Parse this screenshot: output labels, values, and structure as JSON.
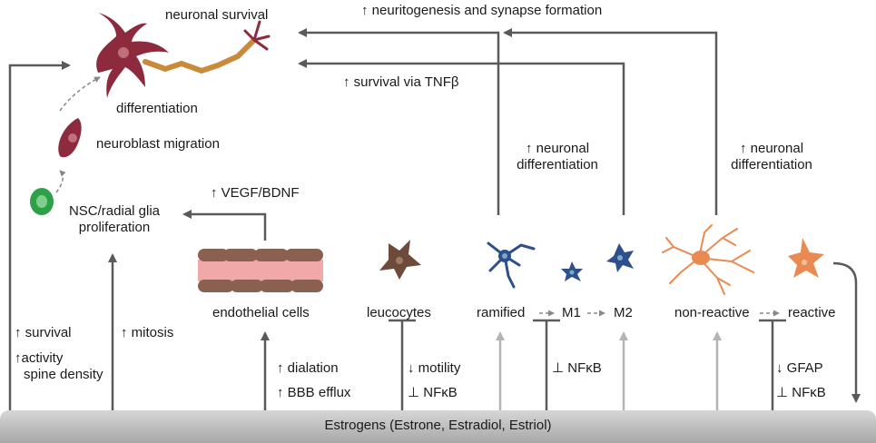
{
  "labels": {
    "neuronal_survival": "neuronal survival",
    "differentiation": "differentiation",
    "neuroblast_migration": "neuroblast migration",
    "nsc_line1": "NSC/radial glia",
    "nsc_line2": "proliferation",
    "neuritogenesis": "neuritogenesis and synapse formation",
    "survival_tnf": "survival via TNFβ",
    "vegf_bdnf": "VEGF/BDNF",
    "endothelial": "endothelial cells",
    "leucocytes": "leucocytes",
    "ramified": "ramified",
    "m1": "M1",
    "m2": "M2",
    "non_reactive": "non-reactive",
    "reactive": "reactive",
    "neuronal_diff_1_line1": "neuronal",
    "neuronal_diff_1_line2": "differentiation",
    "neuronal_diff_2_line1": "neuronal",
    "neuronal_diff_2_line2": "differentiation",
    "survival": "survival",
    "activity": "activity",
    "spine_density": "spine density",
    "mitosis": "mitosis",
    "dialation": "dialation",
    "bbb_efflux": "BBB efflux",
    "motility": "motility",
    "nfkb_leuco": "NFκB",
    "nfkb_micro": "NFκB",
    "gfap": "GFAP",
    "nfkb_astro": "NFκB",
    "estrogens": "Estrogens (Estrone, Estradiol, Estriol)"
  },
  "colors": {
    "arrow_dark": "#5a5a5a",
    "arrow_light": "#b4b4b4",
    "neuron": "#8e2a3e",
    "axon": "#c98a3a",
    "nsc": "#2fa04a",
    "endothelial_brown": "#8a6150",
    "endothelial_pink": "#f0a8a8",
    "leucocyte": "#6e4a3a",
    "microglia": "#2d4f8c",
    "astrocyte": "#e98a52"
  },
  "icons": [
    "neuron-icon",
    "neuroblast-icon",
    "nsc-icon",
    "endothelial-icon",
    "leucocyte-icon",
    "ramified-microglia-icon",
    "m1-microglia-icon",
    "m2-microglia-icon",
    "non-reactive-astrocyte-icon",
    "reactive-astrocyte-icon"
  ]
}
